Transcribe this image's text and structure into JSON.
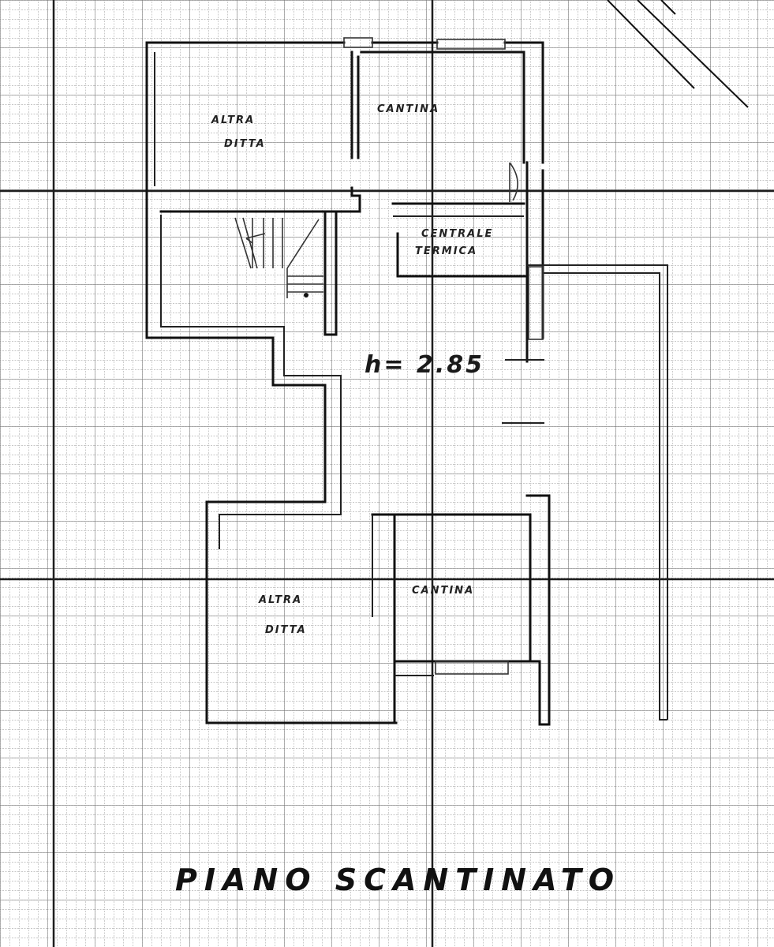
{
  "drawing": {
    "title": "PIANO SCANTINATO",
    "height_label": "h= 2.85",
    "rooms": [
      {
        "id": "altra-ditta-north",
        "lines": [
          "ALTRA",
          "DITTA"
        ]
      },
      {
        "id": "cantina-north",
        "lines": [
          "CANTINA"
        ]
      },
      {
        "id": "centrale-termica",
        "lines": [
          "CENTRALE",
          "TERMICA"
        ]
      },
      {
        "id": "altra-ditta-south",
        "lines": [
          "ALTRA",
          "DITTA"
        ]
      },
      {
        "id": "cantina-south",
        "lines": [
          "CANTINA"
        ]
      }
    ]
  },
  "colors": {
    "paper": "#ffffff",
    "grid_fine": "#9a9a9a",
    "grid_major": "#2a2a2a",
    "ink": "#111111"
  }
}
